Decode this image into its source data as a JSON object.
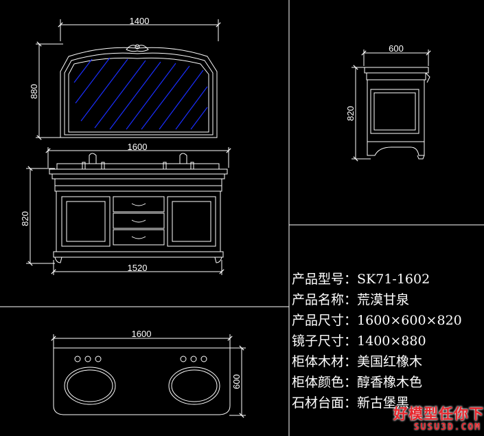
{
  "dimensions": {
    "mirror_width": "1400",
    "mirror_height": "880",
    "top_width": "1600",
    "cabinet_height": "820",
    "cabinet_base_width": "1520",
    "side_depth": "600",
    "side_height": "820",
    "plan_width": "1600",
    "plan_depth": "600"
  },
  "specs": [
    {
      "label": "产品型号：",
      "value": "SK71-1602"
    },
    {
      "label": "产品名称：",
      "value": "荒漠甘泉"
    },
    {
      "label": "产品尺寸：",
      "value": "1600×600×820"
    },
    {
      "label": "镜子尺寸：",
      "value": "1400×880"
    },
    {
      "label": "柜体木材：",
      "value": "美国红橡木"
    },
    {
      "label": "柜体颜色：",
      "value": "醇香橡木色"
    },
    {
      "label": "石材台面：",
      "value": "新古堡黑"
    }
  ],
  "watermark": {
    "brand": "好模型任你下",
    "url": "SUSU3D.COM"
  },
  "colors": {
    "background": "#000000",
    "lines": "#ffffff",
    "mirror_hatch": "#1a2eff",
    "watermark": "#e8262d"
  }
}
